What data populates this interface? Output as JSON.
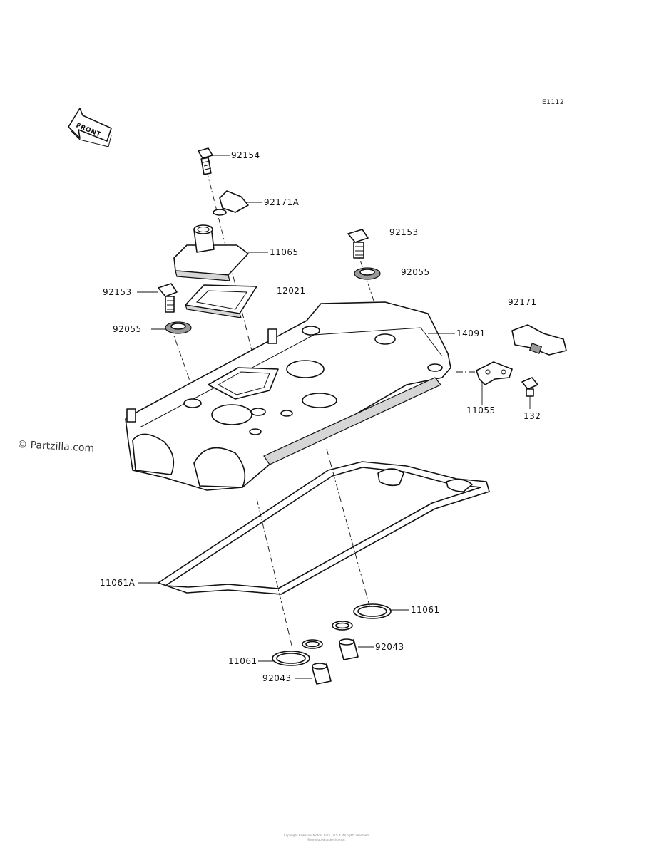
{
  "diagram_code": "E1112",
  "front_label": "FRONT",
  "watermark": "© Partzilla.com",
  "footer_lines": [
    "Copyright Kawasaki Motors Corp., U.S.A. All rights reserved.",
    "Reproduced under license."
  ],
  "parts": [
    {
      "key": "p92154",
      "number": "92154"
    },
    {
      "key": "p92171A",
      "number": "92171A"
    },
    {
      "key": "p11065",
      "number": "11065"
    },
    {
      "key": "p92153_top",
      "number": "92153"
    },
    {
      "key": "p92055_top",
      "number": "92055"
    },
    {
      "key": "p92153_left",
      "number": "92153"
    },
    {
      "key": "p12021",
      "number": "12021"
    },
    {
      "key": "p92055_left",
      "number": "92055"
    },
    {
      "key": "p14091",
      "number": "14091"
    },
    {
      "key": "p92171",
      "number": "92171"
    },
    {
      "key": "p11055",
      "number": "11055"
    },
    {
      "key": "p132",
      "number": "132"
    },
    {
      "key": "p11061A",
      "number": "11061A"
    },
    {
      "key": "p11061_right",
      "number": "11061"
    },
    {
      "key": "p92043_right",
      "number": "92043"
    },
    {
      "key": "p11061_left",
      "number": "11061"
    },
    {
      "key": "p92043_left",
      "number": "92043"
    }
  ]
}
